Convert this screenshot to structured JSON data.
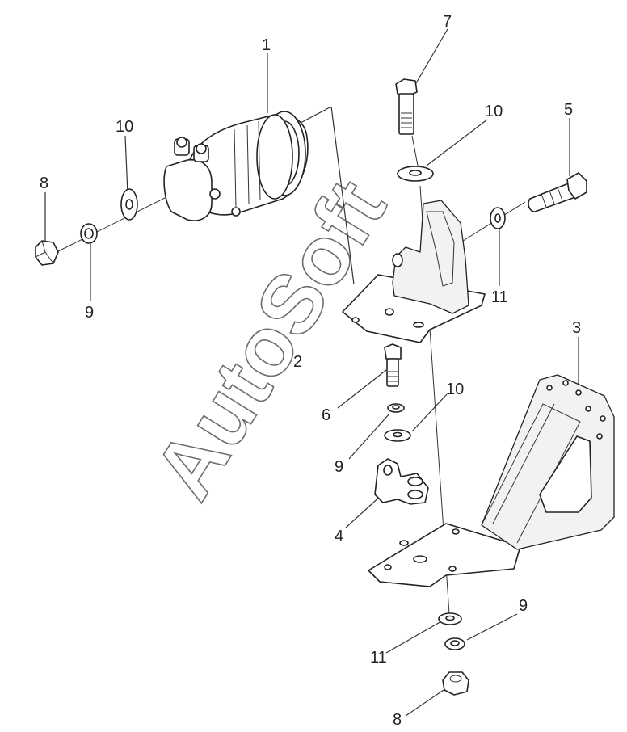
{
  "watermark": "AutoSoft",
  "callouts": {
    "c1": "1",
    "c2": "2",
    "c3": "3",
    "c4": "4",
    "c5": "5",
    "c6": "6",
    "c7": "7",
    "c8_left": "8",
    "c8_bottom": "8",
    "c9_left": "9",
    "c9_mid": "9",
    "c9_bottom": "9",
    "c10_left": "10",
    "c10_top": "10",
    "c10_mid": "10",
    "c11_right": "11",
    "c11_bottom": "11"
  }
}
